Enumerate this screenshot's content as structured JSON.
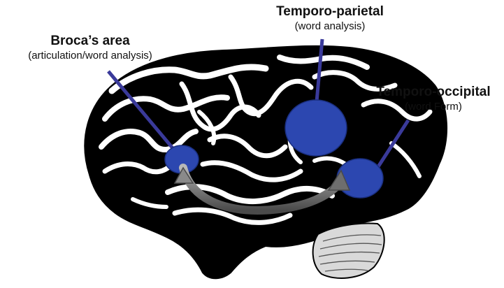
{
  "regions": [
    {
      "id": "broca",
      "title": "Broca’s area",
      "subtitle": "(articulation/word analysis)"
    },
    {
      "id": "temporo-parietal",
      "title": "Temporo-parietal",
      "subtitle": "(word analysis)"
    },
    {
      "id": "temporo-occipital",
      "title": "Temporo-occipital",
      "subtitle": "(word Form)"
    }
  ],
  "colors": {
    "region_fill": "#2c47b0",
    "leader_line": "#3a3a9a",
    "brain_fill": "#000000",
    "gyri": "#ffffff",
    "arrow": "#6e6e6e"
  }
}
